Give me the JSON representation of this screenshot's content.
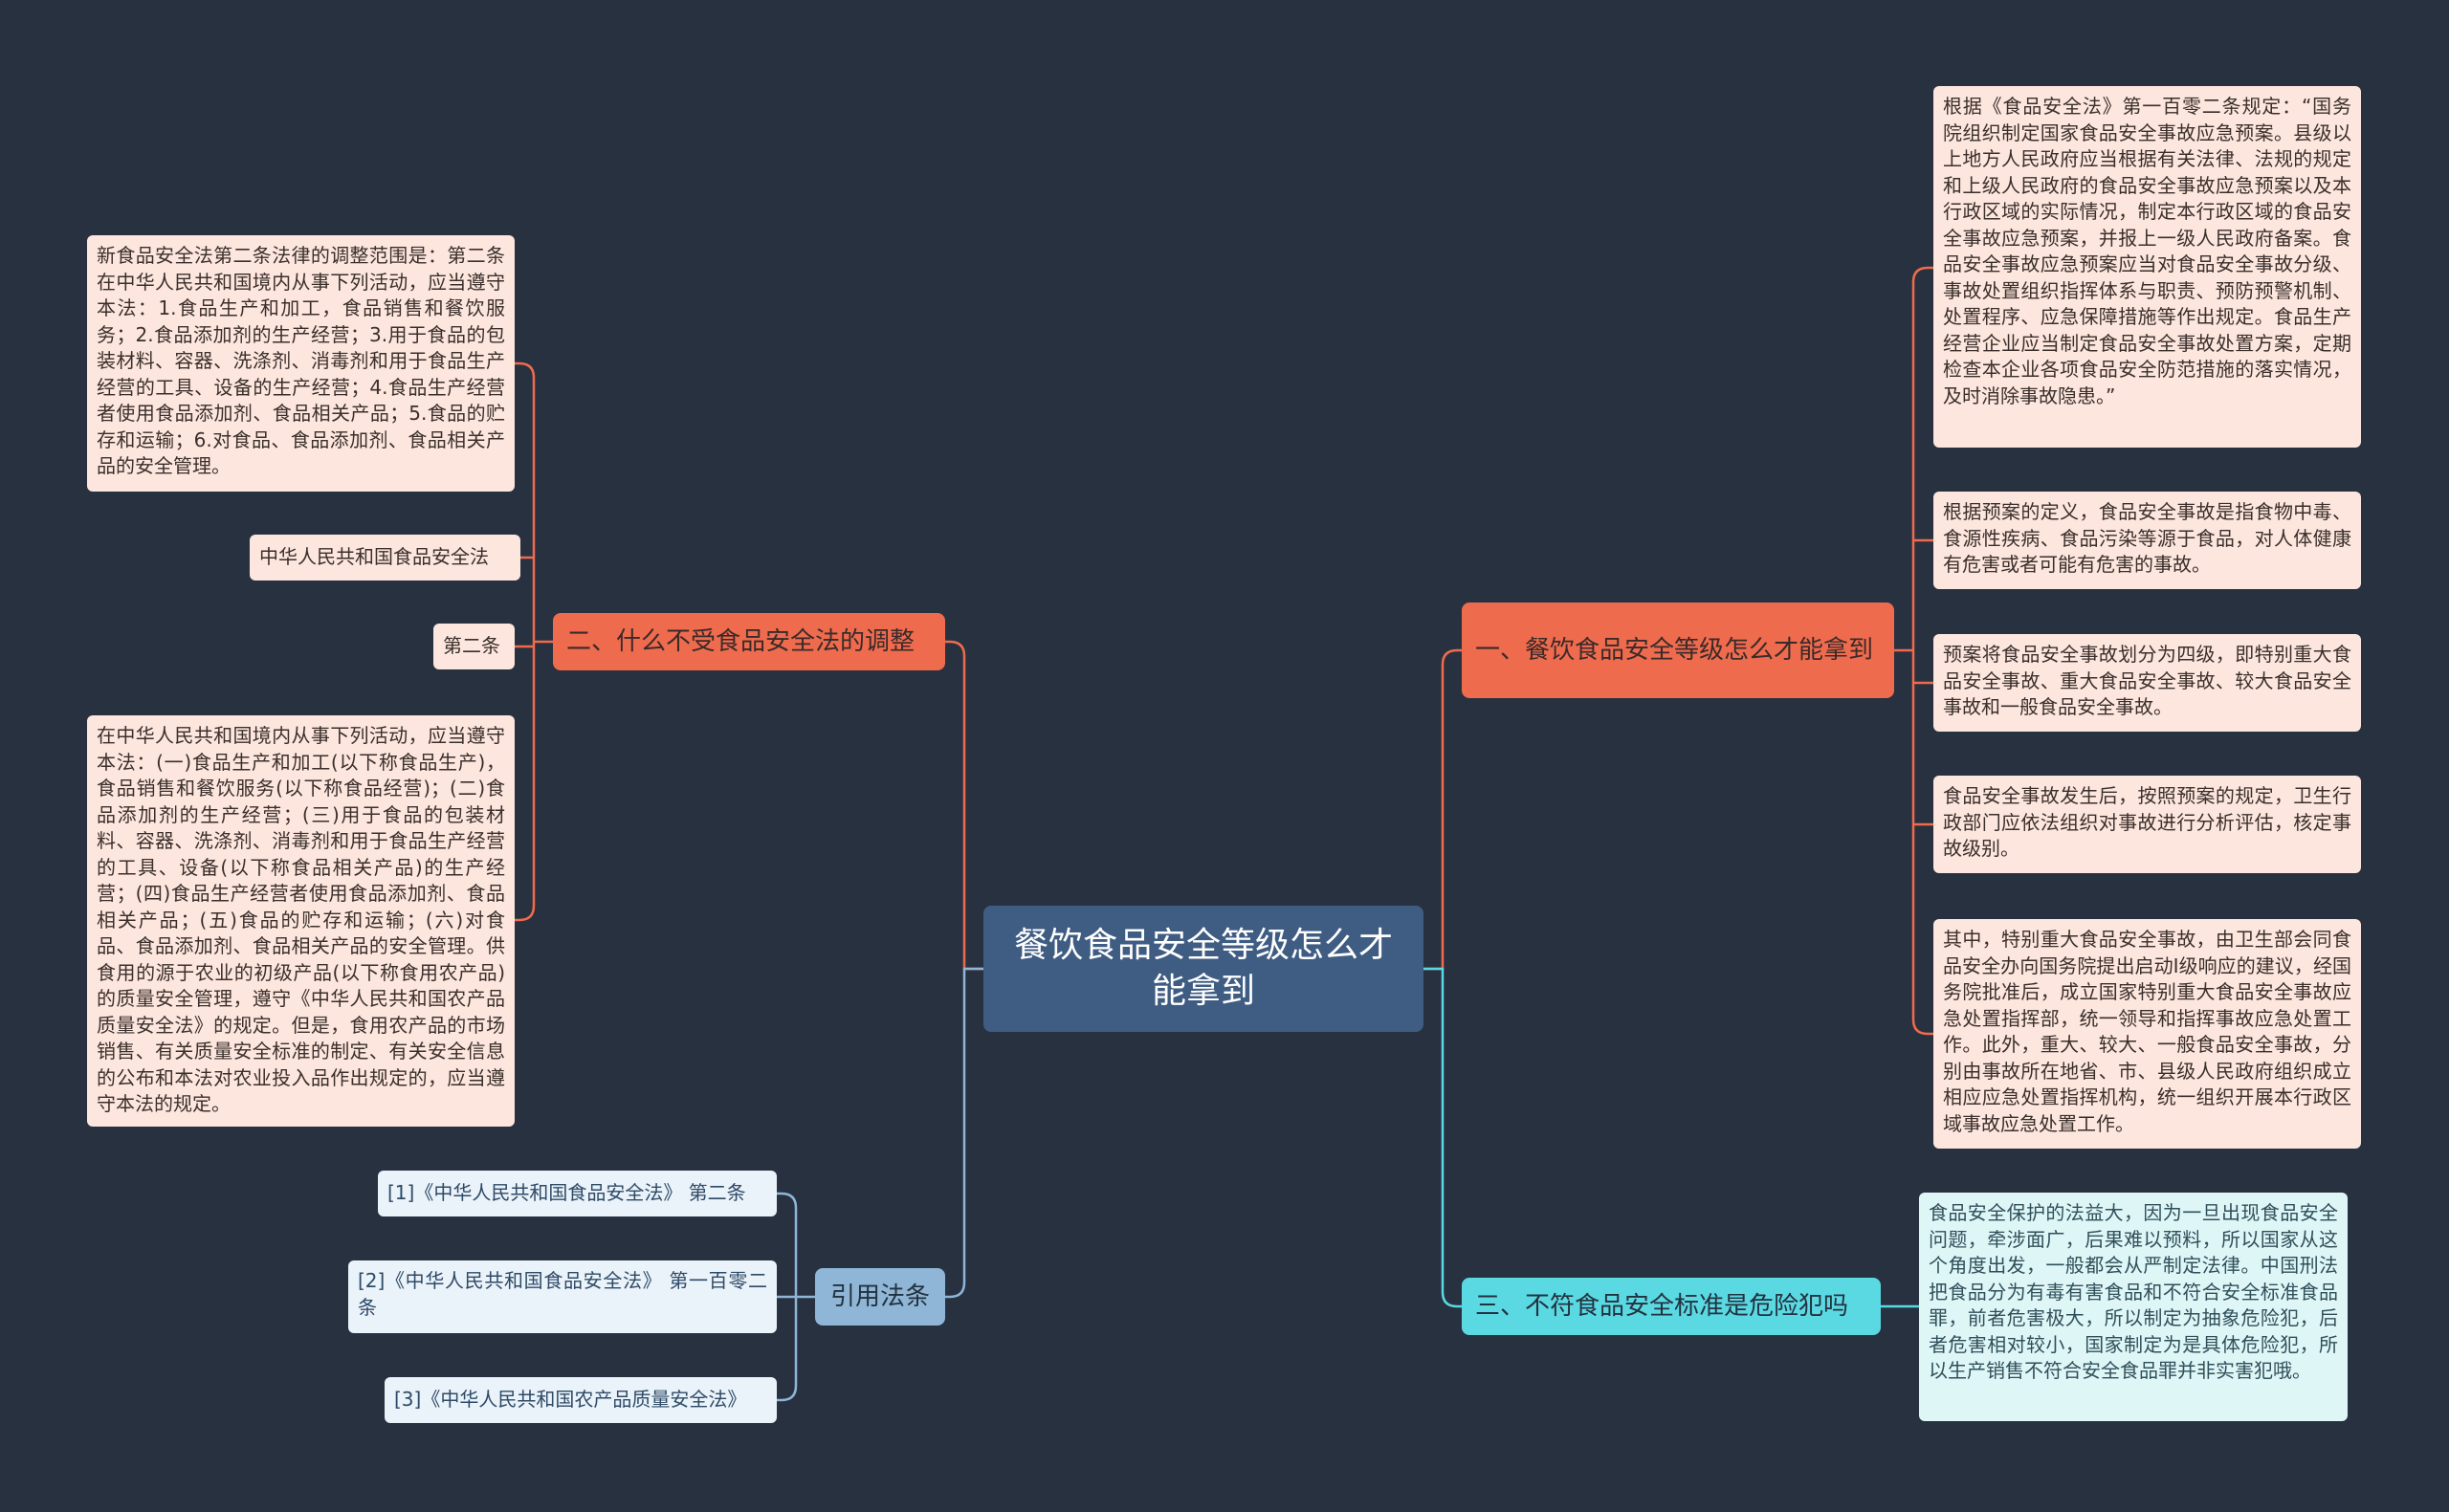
{
  "root": {
    "text": "餐饮食品安全等级怎么才能拿到"
  },
  "branches": {
    "b1": {
      "text": "一、餐饮食品安全等级怎么才能拿到"
    },
    "b2": {
      "text": "二、什么不受食品安全法的调整"
    },
    "b3": {
      "text": "三、不符食品安全标准是危险犯吗"
    },
    "b4": {
      "text": "引用法条"
    }
  },
  "leaves": {
    "r1": "根据《食品安全法》第一百零二条规定：“国务院组织制定国家食品安全事故应急预案。县级以上地方人民政府应当根据有关法律、法规的规定和上级人民政府的食品安全事故应急预案以及本行政区域的实际情况，制定本行政区域的食品安全事故应急预案，并报上一级人民政府备案。食品安全事故应急预案应当对食品安全事故分级、事故处置组织指挥体系与职责、预防预警机制、处置程序、应急保障措施等作出规定。食品生产经营企业应当制定食品安全事故处置方案，定期检查本企业各项食品安全防范措施的落实情况，及时消除事故隐患。”",
    "r2": "根据预案的定义，食品安全事故是指食物中毒、食源性疾病、食品污染等源于食品，对人体健康有危害或者可能有危害的事故。",
    "r3": "预案将食品安全事故划分为四级，即特别重大食品安全事故、重大食品安全事故、较大食品安全事故和一般食品安全事故。",
    "r4": "食品安全事故发生后，按照预案的规定，卫生行政部门应依法组织对事故进行分析评估，核定事故级别。",
    "r5": "其中，特别重大食品安全事故，由卫生部会同食品安全办向国务院提出启动I级响应的建议，经国务院批准后，成立国家特别重大食品安全事故应急处置指挥部，统一领导和指挥事故应急处置工作。此外，重大、较大、一般食品安全事故，分别由事故所在地省、市、县级人民政府组织成立相应应急处置指挥机构，统一组织开展本行政区域事故应急处置工作。",
    "r6": "食品安全保护的法益大，因为一旦出现食品安全问题，牵涉面广，后果难以预料，所以国家从这个角度出发，一般都会从严制定法律。中国刑法把食品分为有毒有害食品和不符合安全标准食品罪，前者危害极大，所以制定为抽象危险犯，后者危害相对较小，国家制定为是具体危险犯，所以生产销售不符合安全食品罪并非实害犯哦。",
    "l1": "新食品安全法第二条法律的调整范围是：第二条在中华人民共和国境内从事下列活动，应当遵守本法：1.食品生产和加工，食品销售和餐饮服务；2.食品添加剂的生产经营；3.用于食品的包装材料、容器、洗涤剂、消毒剂和用于食品生产经营的工具、设备的生产经营；4.食品生产经营者使用食品添加剂、食品相关产品；5.食品的贮存和运输；6.对食品、食品添加剂、食品相关产品的安全管理。",
    "l2": "中华人民共和国食品安全法",
    "l3": "第二条",
    "l4": "在中华人民共和国境内从事下列活动，应当遵守本法：(一)食品生产和加工(以下称食品生产)，食品销售和餐饮服务(以下称食品经营)；(二)食品添加剂的生产经营；(三)用于食品的包装材料、容器、洗涤剂、消毒剂和用于食品生产经营的工具、设备(以下称食品相关产品)的生产经营；(四)食品生产经营者使用食品添加剂、食品相关产品；(五)食品的贮存和运输；(六)对食品、食品添加剂、食品相关产品的安全管理。供食用的源于农业的初级产品(以下称食用农产品)的质量安全管理，遵守《中华人民共和国农产品质量安全法》的规定。但是，食用农产品的市场销售、有关质量安全标准的制定、有关安全信息的公布和本法对农业投入品作出规定的，应当遵守本法的规定。",
    "c1": "[1]《中华人民共和国食品安全法》 第二条",
    "c2": "[2]《中华人民共和国食品安全法》 第一百零二条",
    "c3": "[3]《中华人民共和国农产品质量安全法》"
  },
  "colors": {
    "background": "#283140",
    "root": "#3f5c83",
    "orange": "#ef6b4d",
    "cyan": "#5bd9e3",
    "blue": "#8fb6d6",
    "pink_leaf": "#fde6dd",
    "cyan_leaf": "#dff6f7",
    "blue_leaf": "#eaf2fa"
  }
}
